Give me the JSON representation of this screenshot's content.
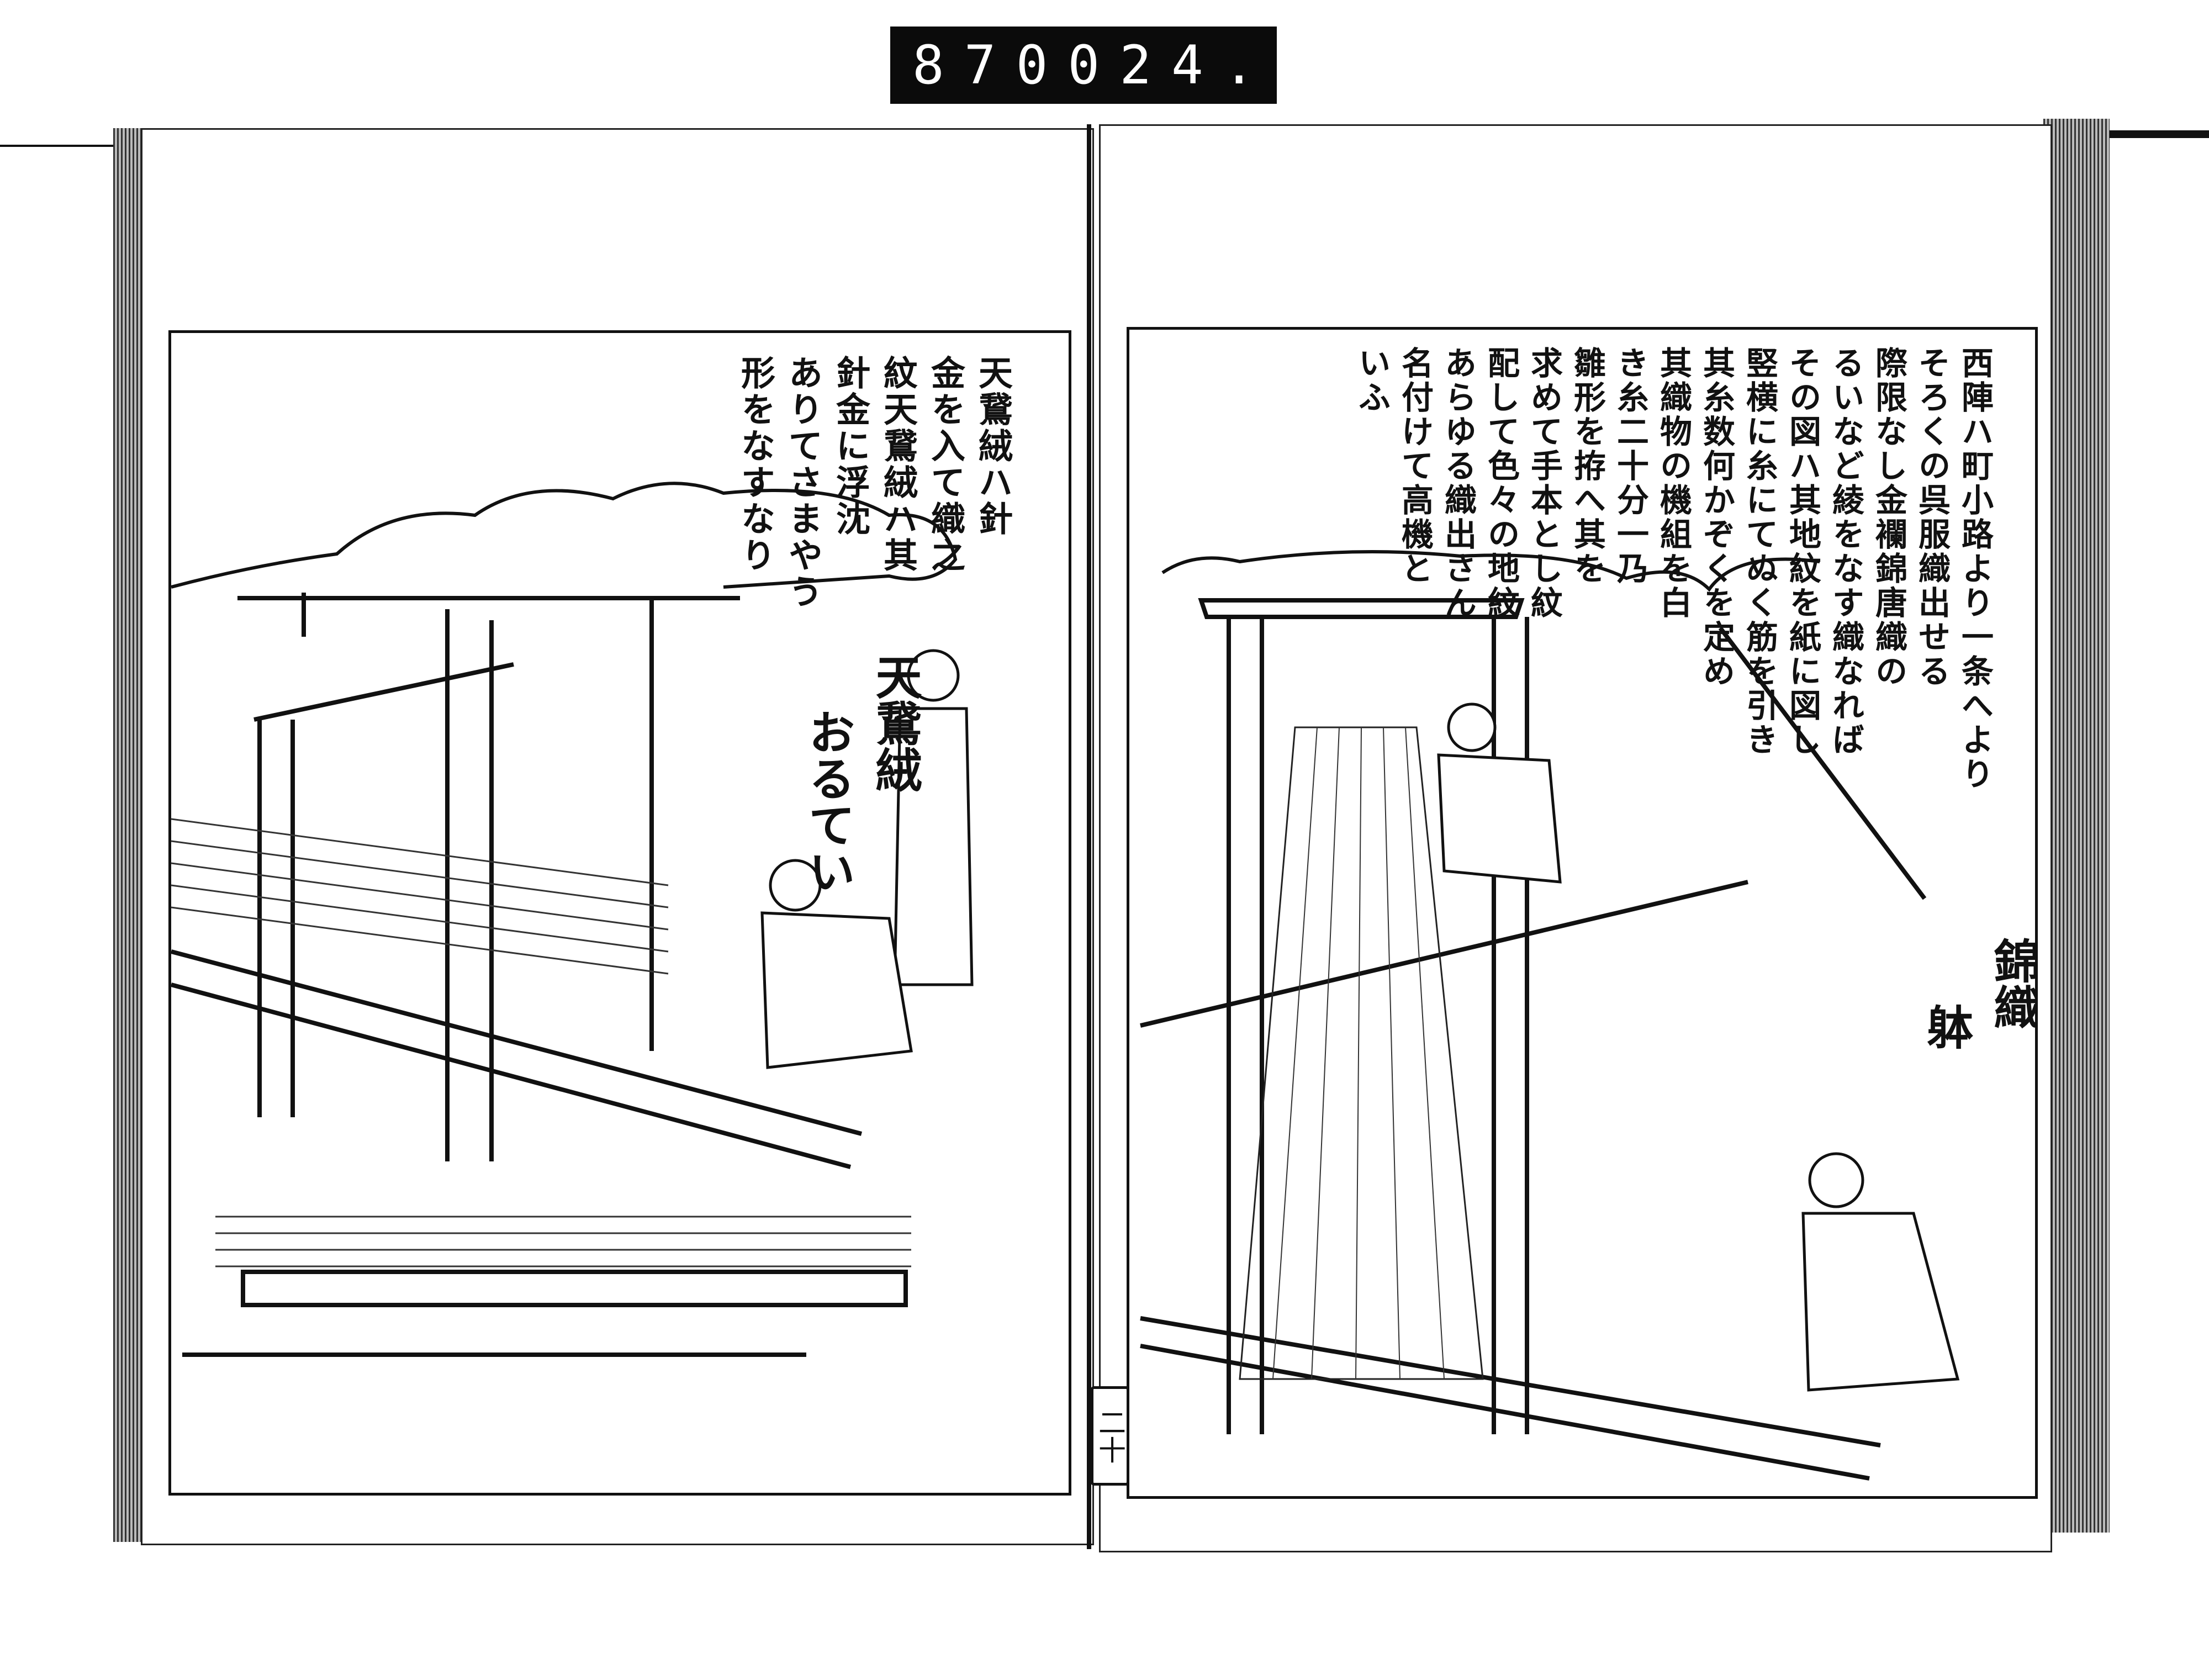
{
  "scan_label": {
    "left": "870",
    "right": "024."
  },
  "left_page": {
    "text_columns": [
      "天鵞絨ハ針",
      "金を入て織之",
      "紋天鵞絨ハ其",
      "針金に浮沈",
      "ありてさまやう",
      "形をなすなり"
    ],
    "caption": [
      "天鵞絨",
      "おるてい"
    ]
  },
  "right_page": {
    "text_columns": [
      "西陣ハ町小路より一条へより",
      "そろくの呉服織出せる",
      "際限なし金襴錦唐織の",
      "るいなど綾をなす織なれば",
      "その図ハ其地紋を紙に図し",
      "竪横に糸にてぬく筋を引き",
      "其糸数何かぞくを定め",
      "其織物の機組を白",
      "き糸二十分一乃",
      "雛形を拵へ其を",
      "求めて手本とし紋",
      "配して色々の地紋",
      "あらゆる織出さん",
      "名付けて高機と",
      "いふ"
    ],
    "caption": [
      "錦織",
      "躰"
    ]
  },
  "page_number": "二十"
}
